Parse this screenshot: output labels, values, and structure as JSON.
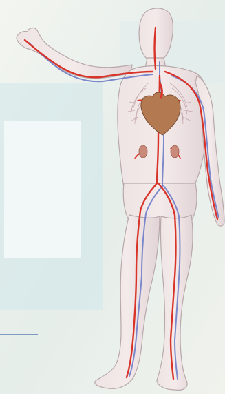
{
  "colors": {
    "background": "#eef2ef",
    "backdrop_tint": "#cfe5ea",
    "skin": "#e8dcdc",
    "skin_outline": "#b8a8aa",
    "artery": "#d8342a",
    "vein": "#6f7ec8",
    "heart": "#b37a52",
    "lung_vessels": "#b89aa0",
    "rule_line": "#5b7fb0"
  },
  "figure": {
    "subject": "human-circulatory-system",
    "icons": [
      "heart-icon",
      "artery-network",
      "vein-network",
      "lung-vessels"
    ]
  }
}
